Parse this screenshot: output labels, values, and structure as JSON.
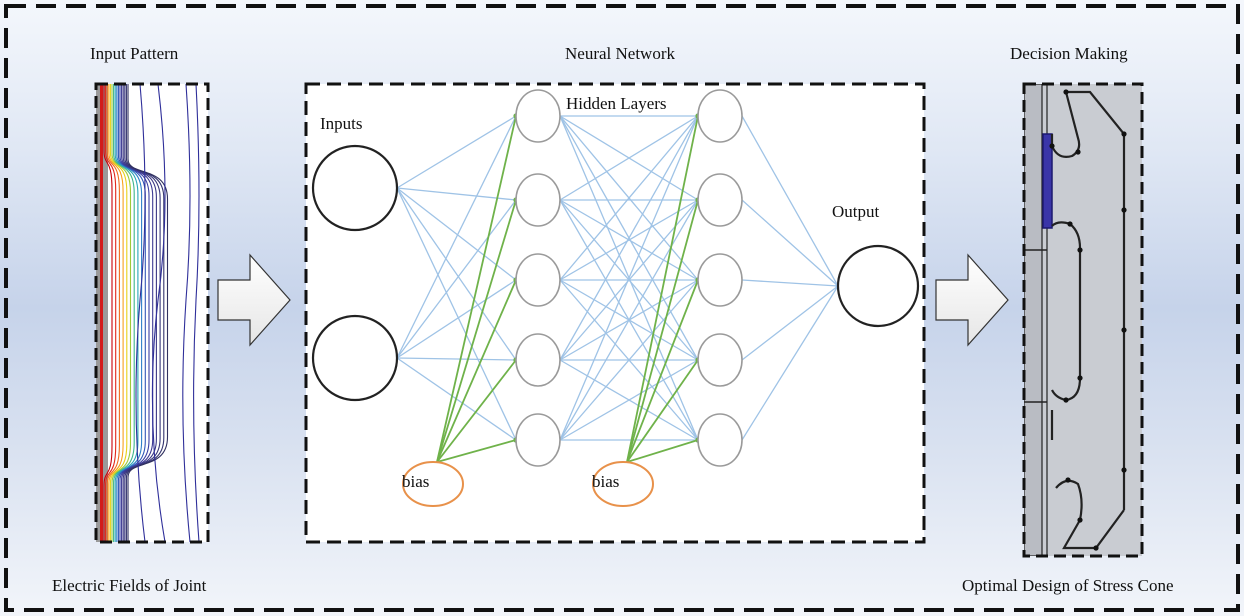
{
  "left_panel": {
    "title": "Input Pattern",
    "caption": "Electric Fields of Joint"
  },
  "center_panel": {
    "title": "Neural Network",
    "inputs_label": "Inputs",
    "hidden_label": "Hidden Layers",
    "output_label": "Output",
    "bias_label_1": "bias",
    "bias_label_2": "bias"
  },
  "right_panel": {
    "title": "Decision Making",
    "caption": "Optimal Design of Stress Cone"
  },
  "colors": {
    "connection": "#9fc3e6",
    "bias_connection": "#6fb24a",
    "bias_node": "#e8914a",
    "dash_border": "#111111",
    "cone_fill": "#c9ccd2",
    "highlight": "#3a35a8"
  },
  "network": {
    "input_nodes": 2,
    "hidden_layer_nodes": [
      5,
      5
    ],
    "output_nodes": 1
  }
}
